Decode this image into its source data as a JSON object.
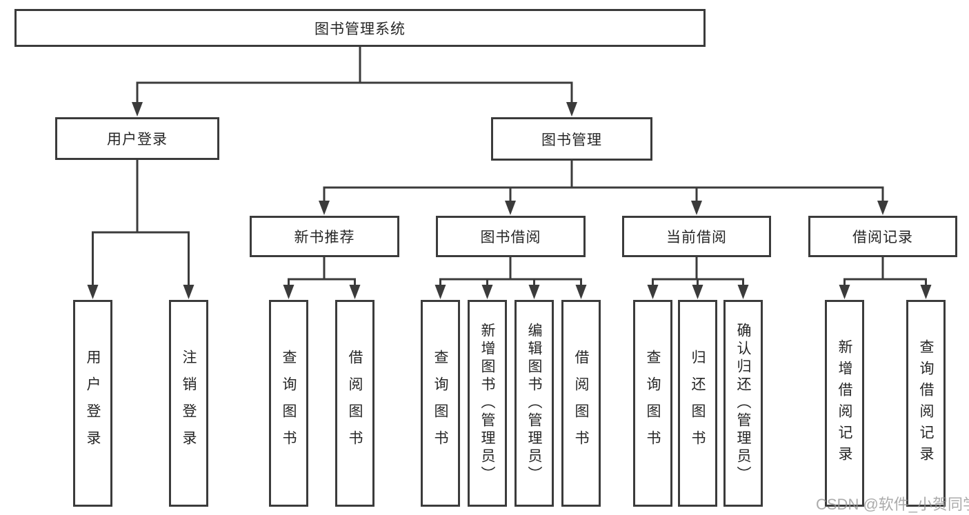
{
  "diagram": {
    "root": {
      "label": "图书管理系统"
    },
    "level2": [
      {
        "label": "用户登录"
      },
      {
        "label": "图书管理"
      }
    ],
    "level3": [
      {
        "label": "新书推荐"
      },
      {
        "label": "图书借阅"
      },
      {
        "label": "当前借阅"
      },
      {
        "label": "借阅记录"
      }
    ],
    "leaves": [
      {
        "label": "用户登录"
      },
      {
        "label": "注销登录"
      },
      {
        "label": "查询图书"
      },
      {
        "label": "借阅图书"
      },
      {
        "label": "查询图书"
      },
      {
        "label": "新增图书（管理员）"
      },
      {
        "label": "编辑图书（管理员）"
      },
      {
        "label": "借阅图书"
      },
      {
        "label": "查询图书"
      },
      {
        "label": "归还图书"
      },
      {
        "label": "确认归还（管理员）"
      },
      {
        "label": "新增借阅记录"
      },
      {
        "label": "查询借阅记录"
      }
    ],
    "colors": {
      "line": "#3b3b3b",
      "text": "#262626",
      "watermark": "#969696"
    },
    "watermark": "CSDN @软件_小贺同学"
  }
}
